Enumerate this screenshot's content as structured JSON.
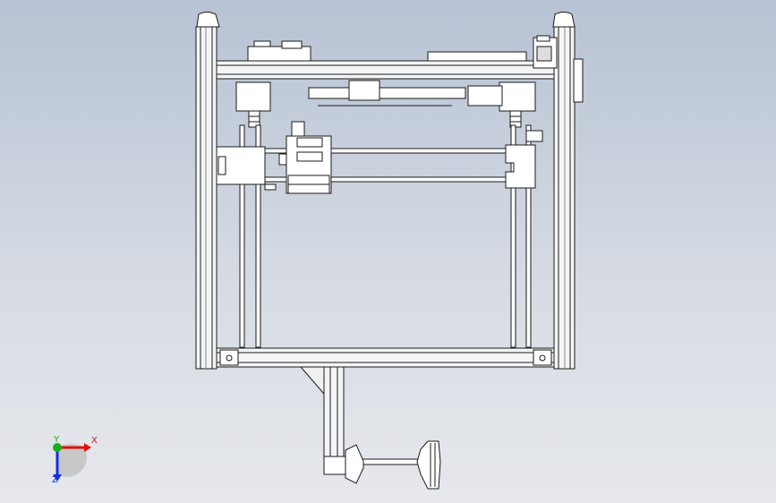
{
  "viewport": {
    "background_top": "#b7c2d4",
    "background_bottom": "#e6e8ec",
    "model_line_color": "#1a1a1a",
    "model_fill_color": "#ffffff",
    "aluminum_shade": "#e4e6ea"
  },
  "triad": {
    "x_label": "X",
    "z_label": "Z",
    "y_label": "Y",
    "x_color": "#e01010",
    "y_color": "#18b018",
    "z_color": "#1030e0"
  }
}
